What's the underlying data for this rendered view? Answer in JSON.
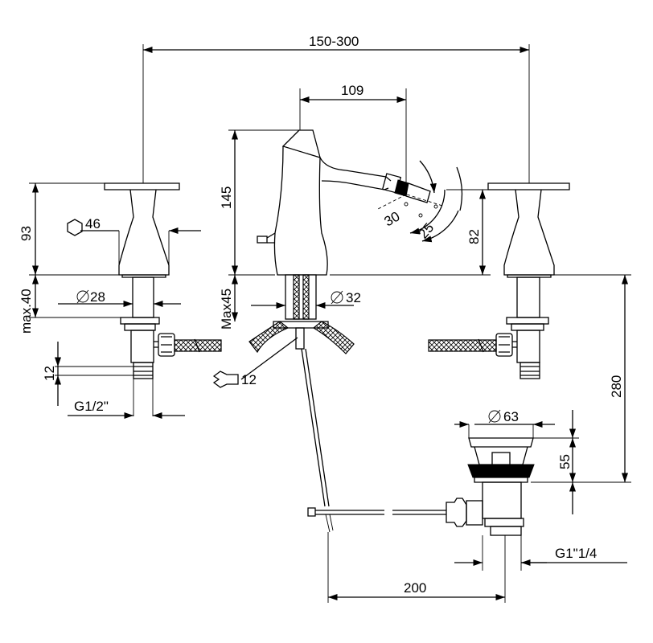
{
  "dimensions": {
    "overall_width": "150-300",
    "spout_reach": "109",
    "body_height": "145",
    "handle_height": "93",
    "hex_size": "46",
    "handle_neck_diameter": "28",
    "handle_max_deck": "max.40",
    "body_max_deck": "Max45",
    "body_shank_diameter": "32",
    "nozzle_angle_1": "30",
    "nozzle_angle_2": "25",
    "spout_height": "82",
    "connector_length": "12",
    "handle_thread": "G1/2\"",
    "wrench_size": "12",
    "waste_flange_diameter": "63",
    "waste_height": "55",
    "waste_depth": "280",
    "waste_thread": "G1\"1/4",
    "rod_spacing": "200"
  },
  "symbols": {
    "diameter": "∅",
    "hexagon": "hexagon-icon",
    "wrench": "wrench-icon"
  }
}
